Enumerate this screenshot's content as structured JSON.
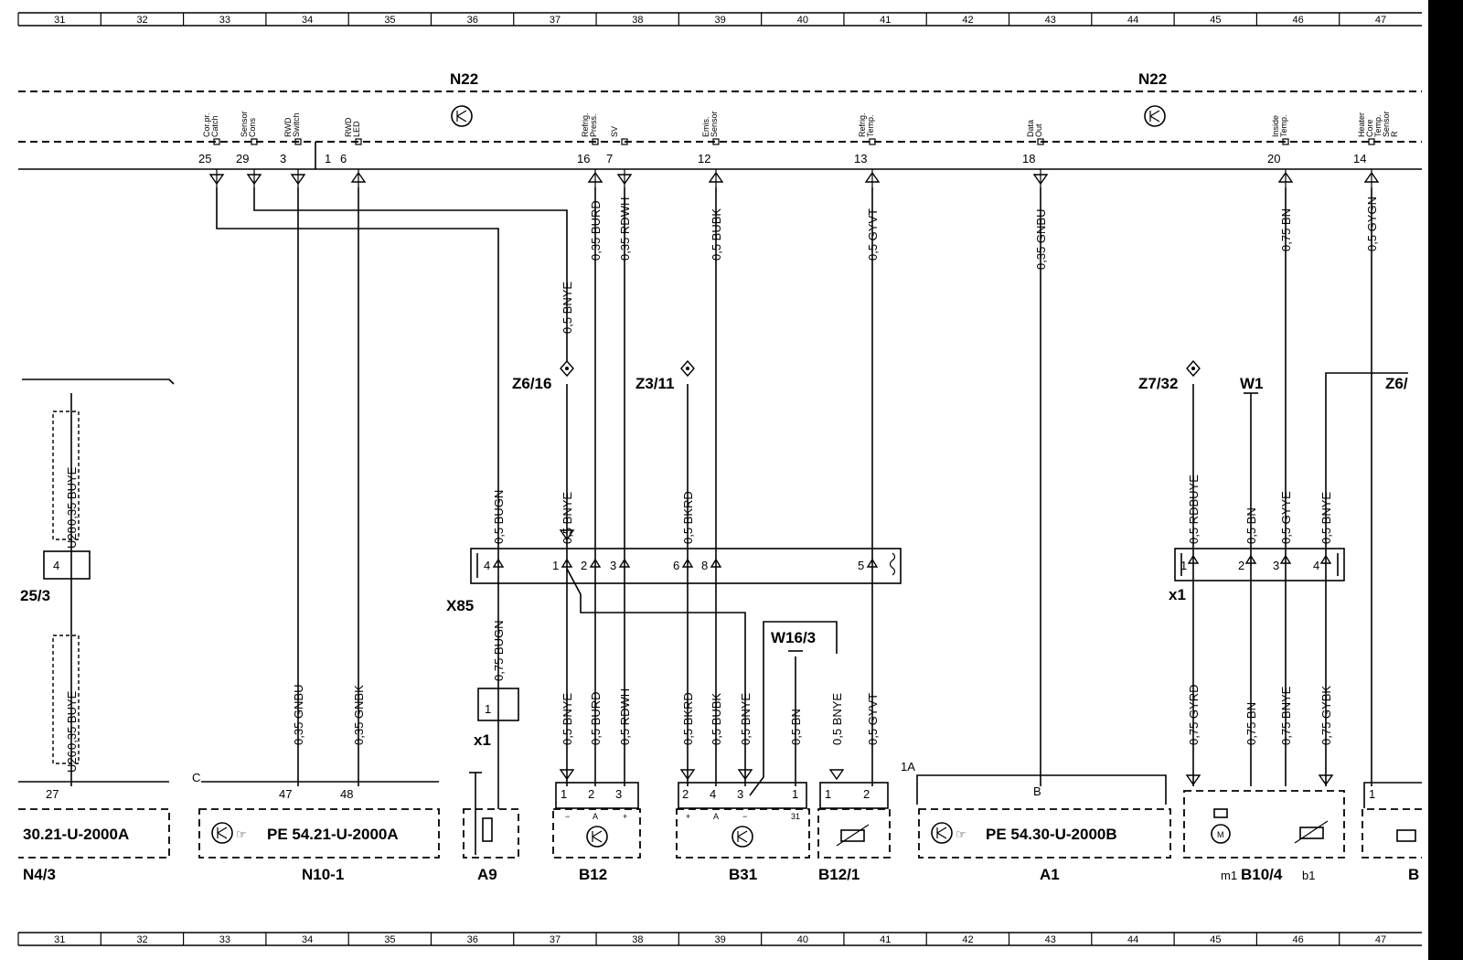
{
  "ruler": [
    "31",
    "32",
    "33",
    "34",
    "35",
    "36",
    "37",
    "38",
    "39",
    "40",
    "41",
    "42",
    "43",
    "44",
    "45",
    "46",
    "47"
  ],
  "n22": {
    "label_left": "N22",
    "label_right": "N22",
    "signals": [
      {
        "pin": "25",
        "name": "Cor.pr. Catch"
      },
      {
        "pin": "29",
        "name": "Sensor Cons"
      },
      {
        "pin": "3",
        "name": "RWD Switch"
      },
      {
        "pin": "6",
        "name": "RWD LED"
      },
      {
        "pin": "16",
        "name": "Refrig. Press."
      },
      {
        "pin": "7",
        "name": "SV"
      },
      {
        "pin": "12",
        "name": "Emis. Sensor"
      },
      {
        "pin": "13",
        "name": "Refrig. Temp."
      },
      {
        "pin": "18",
        "name": "Data Out"
      },
      {
        "pin": "20",
        "name": "Inside Temp."
      },
      {
        "pin": "14",
        "name": "Heater Core Temp. Sensor R"
      }
    ],
    "pin1": "1"
  },
  "wires_top": [
    {
      "id": "w16",
      "text": "0,35 BURD"
    },
    {
      "id": "w7",
      "text": "0,35 RDWH"
    },
    {
      "id": "w12",
      "text": "0,5 BUBK"
    },
    {
      "id": "w13",
      "text": "0,5 GYVT"
    },
    {
      "id": "w18",
      "text": "0,35 GNBU"
    },
    {
      "id": "w20",
      "text": "0,75 BN"
    },
    {
      "id": "w14",
      "text": "0,5 GYGN"
    },
    {
      "id": "w25",
      "text": "0,5 BNYE"
    }
  ],
  "splices": {
    "z616": "Z6/16",
    "z311": "Z3/11",
    "z732": "Z7/32",
    "w1": "W1",
    "z6r": "Z6/"
  },
  "x85": {
    "label": "X85",
    "pins": [
      "4",
      "1",
      "2",
      "3",
      "6",
      "8",
      "5"
    ],
    "wire_4": "0,5 BUGN",
    "wire_1": "0,5 BNYE",
    "wire_6": "0,5 BKRD"
  },
  "x1_right": {
    "label": "x1",
    "pins": [
      "1",
      "2",
      "3",
      "4"
    ],
    "wires_above": [
      "0,5 RDBUYE",
      "0,5 BN",
      "0,5 GYYE",
      "0,5 BNYE"
    ],
    "wires_below": [
      "0,75 GYRD",
      "0,75 BN",
      "0,75 BNYE",
      "0,75 GYBK"
    ]
  },
  "left_branch": {
    "top_wire": "0,35 BUYE",
    "top_code": "U28",
    "pin": "4",
    "label": "25/3",
    "bottom_wire": "0,35 BUYE",
    "bottom_code": "U26",
    "pin27": "27"
  },
  "bottom_wires": {
    "n10_47": "0,35 GNBU",
    "n10_48": "0,35 GNBK",
    "a9": "0,75 BUGN",
    "x1_left": "x1",
    "b12_1": "0,5 BNYE",
    "b12_2": "0,5 BURD",
    "b12_3": "0,5 RDWH",
    "b31_2": "0,5 BKRD",
    "b31_4": "0,5 BUBK",
    "b31_3": "0,5 BNYE",
    "b31_1": "0,5 BN",
    "b121_1": "0,5 BNYE",
    "b121_2": "0,5 GYVT",
    "w163": "W16/3"
  },
  "components": {
    "n43": {
      "ref": "30.21-U-2000A",
      "name": "N4/3"
    },
    "n10": {
      "ref": "PE  54.21-U-2000A",
      "name": "N10-1",
      "c": "C",
      "pins": [
        "47",
        "48"
      ]
    },
    "a9": {
      "name": "A9"
    },
    "b12": {
      "name": "B12",
      "pins": [
        "1",
        "2",
        "3"
      ],
      "signs": [
        "−",
        "A",
        "+"
      ]
    },
    "b31": {
      "name": "B31",
      "pins": [
        "2",
        "4",
        "3",
        "1"
      ],
      "signs": [
        "+",
        "A",
        "−",
        "31"
      ]
    },
    "b121": {
      "name": "B12/1",
      "pins": [
        "1",
        "2"
      ]
    },
    "a1": {
      "ref": "PE  54.30-U-2000B",
      "name": "A1",
      "pin": "B",
      "tag": "1A"
    },
    "b104": {
      "name": "B10/4",
      "m1": "m1",
      "b1": "b1"
    },
    "bright": {
      "name": "B",
      "pin": "1"
    }
  }
}
